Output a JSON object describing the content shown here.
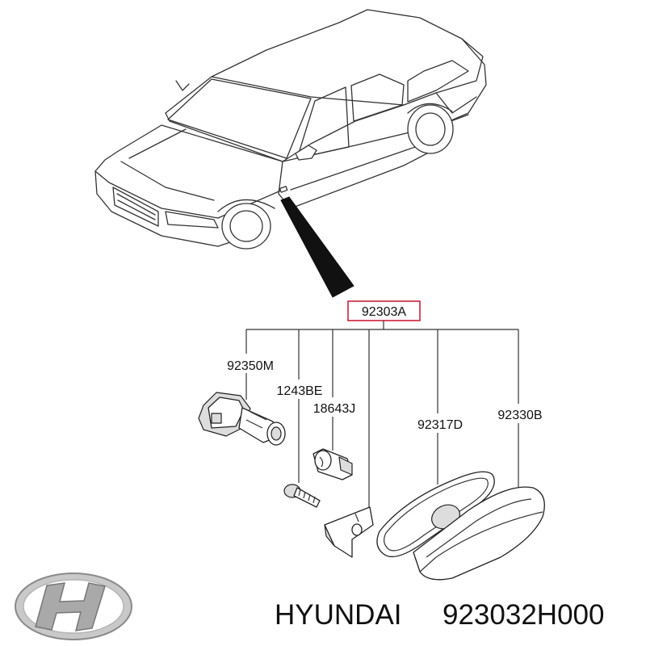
{
  "diagram": {
    "parent_part": "92303A",
    "parts": [
      {
        "label": "92350M"
      },
      {
        "label": "1243BE"
      },
      {
        "label": "18643J"
      },
      {
        "label": "92317D"
      },
      {
        "label": "92330B"
      }
    ],
    "highlight_color": "#c8102e"
  },
  "footer": {
    "brand": "HYUNDAI",
    "part_number": "923032H000",
    "logo": "hyundai-logo"
  }
}
